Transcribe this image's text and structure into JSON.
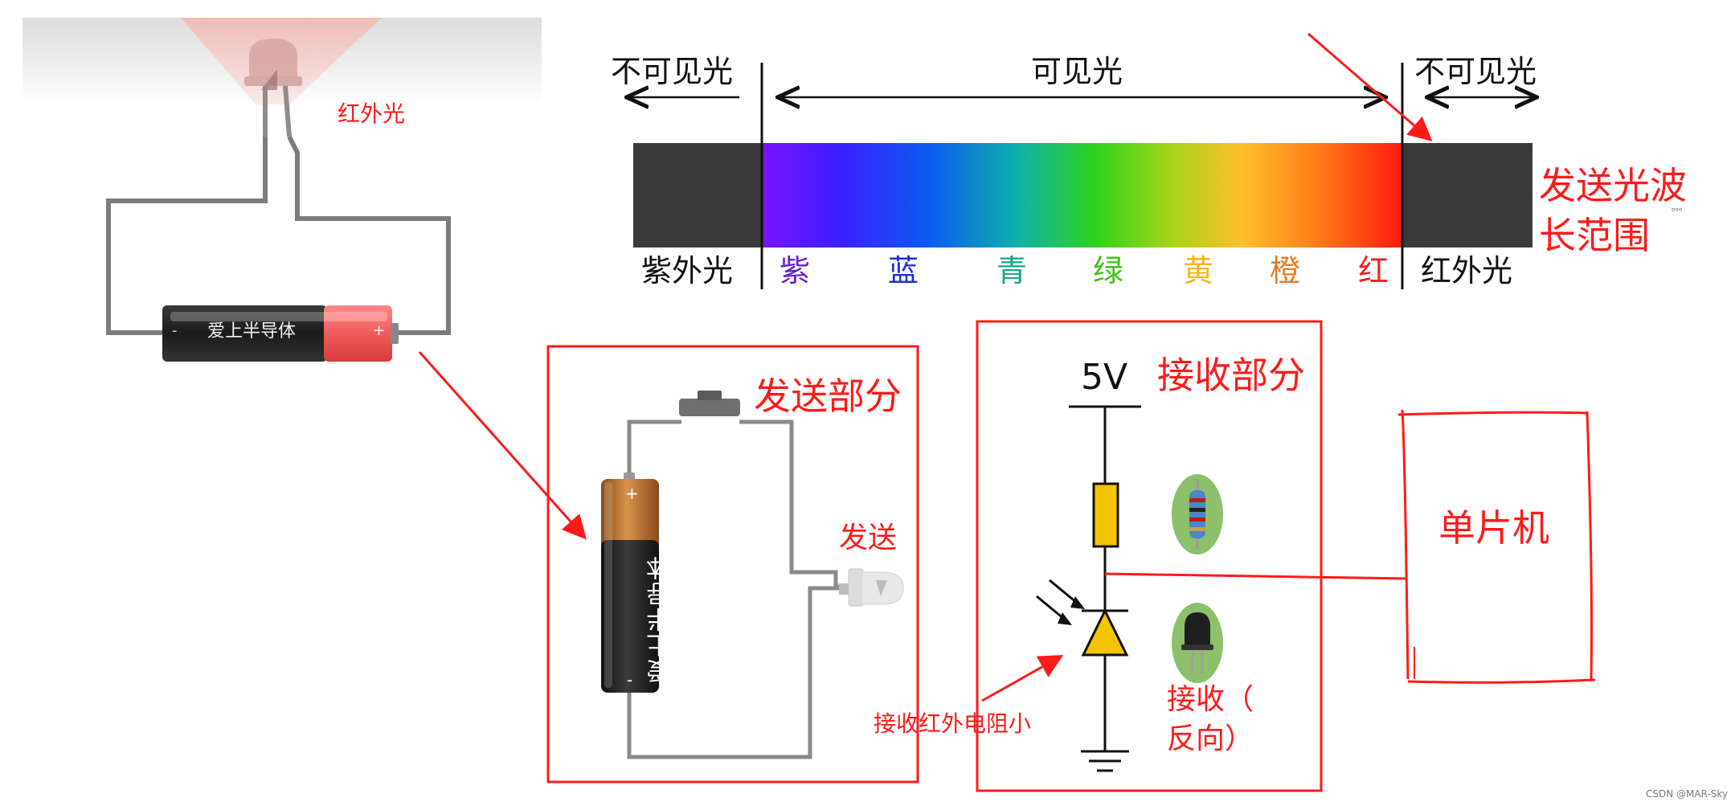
{
  "colors": {
    "annotation_red": "#ff1a1a",
    "spectrum_dark": "#3a3a3a",
    "resistor_yellow": "#f5c400",
    "diode_yellow": "#f5c400",
    "wire_gray": "#8a8a8a"
  },
  "spectrum": {
    "invisible_left": "不可见光",
    "visible": "可见光",
    "invisible_right": "不可见光",
    "uv": "紫外光",
    "ir": "红外光",
    "bands": [
      {
        "label": "紫",
        "color": "#6a1fd6"
      },
      {
        "label": "蓝",
        "color": "#1f2fd6"
      },
      {
        "label": "青",
        "color": "#17a58c"
      },
      {
        "label": "绿",
        "color": "#3fc21a"
      },
      {
        "label": "黄",
        "color": "#f2b51d"
      },
      {
        "label": "橙",
        "color": "#e67a1c"
      },
      {
        "label": "红",
        "color": "#ee2020"
      }
    ],
    "note_line1": "发送光波",
    "note_line2": "长范围"
  },
  "top_circuit": {
    "led_label": "红外光",
    "battery_label": "爱上半导体",
    "battery_minus": "-",
    "battery_plus": "+"
  },
  "send_part": {
    "title": "发送部分",
    "battery_label": "爱上半导体",
    "battery_plus": "+",
    "battery_minus": "-",
    "led_label": "发送"
  },
  "receive_part": {
    "title": "接收部分",
    "voltage": "5V",
    "receiver_label_line1": "接收（",
    "receiver_label_line2": "反向）",
    "ir_note": "接收红外电阻小"
  },
  "mcu": {
    "label": "单片机"
  },
  "watermark": "CSDN @MAR-Sky"
}
